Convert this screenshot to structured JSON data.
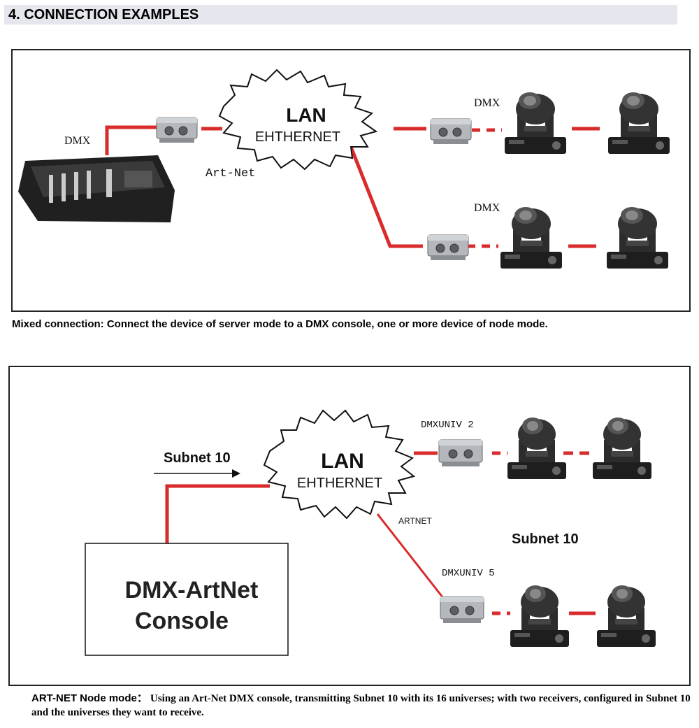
{
  "header": {
    "title": "4. CONNECTION EXAMPLES"
  },
  "diagram1": {
    "dmx_label": "DMX",
    "artnet_label": "Art-Net",
    "lan_label": "LAN",
    "ethernet_label": "EHTHERNET",
    "branch_dmx_top": "DMX",
    "branch_dmx_bottom": "DMX",
    "caption": "Mixed connection: Connect the device of server mode to a DMX console, one or more device of node mode."
  },
  "diagram2": {
    "subnet_arrow_label": "Subnet 10",
    "lan_label": "LAN",
    "ethernet_label": "EHTHERNET",
    "artnet_label": "ARTNET",
    "dmx_univ_top": "DMXUNIV 2",
    "dmx_univ_bottom": "DMXUNIV 5",
    "subnet_right_label": "Subnet 10",
    "console_line1": "DMX-ArtNet",
    "console_line2": "Console",
    "caption_lead": "ART-NET Node mode：",
    "caption_rest": "Using an Art-Net DMX console, transmitting Subnet 10 with its 16 universes; with two receivers, configured in Subnet 10 and the universes they want to receive."
  },
  "colors": {
    "cable": "#d92b2b",
    "header_bg": "#e6e6ee",
    "device_body": "#9ea3a8",
    "fixture": "#2a2a2a"
  },
  "icons": [
    "dmx-console-icon",
    "artnet-node-icon",
    "moving-head-light-icon",
    "lan-burst-icon"
  ]
}
